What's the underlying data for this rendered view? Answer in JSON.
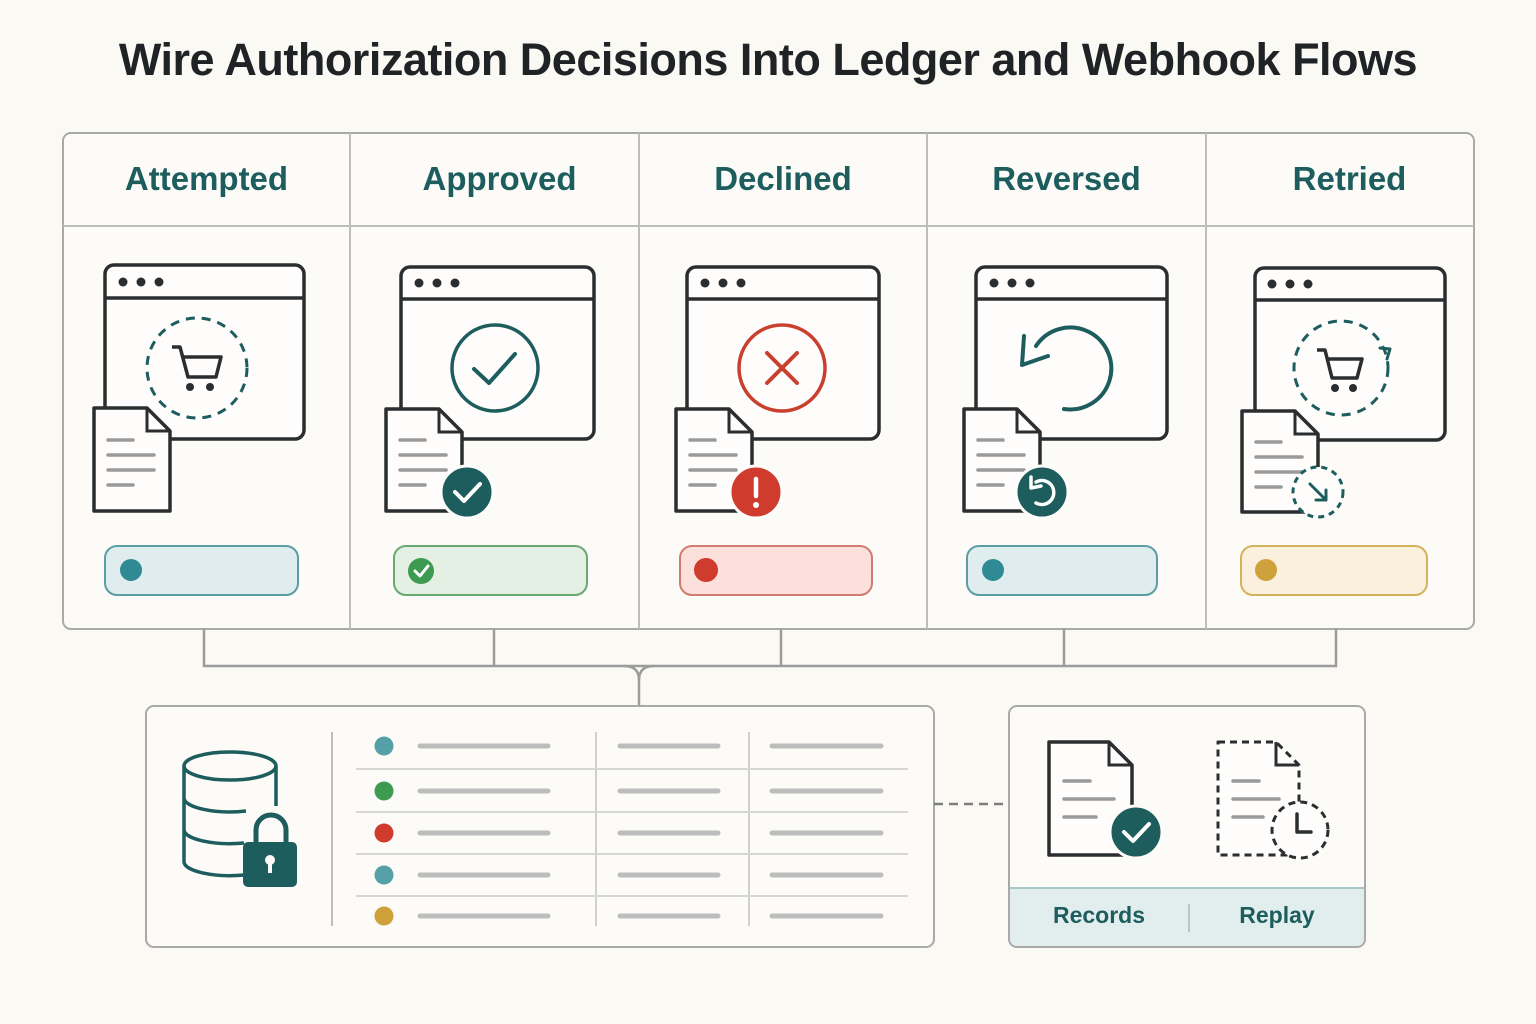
{
  "title": "Wire Authorization Decisions Into Ledger and Webhook Flows",
  "states": [
    {
      "label": "Attempted",
      "icon": "cart-icon",
      "badge": "none",
      "pill_color": "#e0edef",
      "pill_border": "#5c9ca3",
      "dot_color": "#2f8a93"
    },
    {
      "label": "Approved",
      "icon": "check-circle-icon",
      "badge": "check-badge-icon",
      "pill_color": "#e5f0e4",
      "pill_border": "#6aa872",
      "dot_color": "#3d9a51"
    },
    {
      "label": "Declined",
      "icon": "x-circle-icon",
      "badge": "alert-badge-icon",
      "pill_color": "#fbe0dc",
      "pill_border": "#d07c70",
      "dot_color": "#cf3b2c"
    },
    {
      "label": "Reversed",
      "icon": "rotate-icon",
      "badge": "rotate-badge-icon",
      "pill_color": "#e0edef",
      "pill_border": "#5c9ca3",
      "dot_color": "#2f8a93"
    },
    {
      "label": "Retried",
      "icon": "cart-retry-icon",
      "badge": "clock-arrow-badge-icon",
      "pill_color": "#fbf0dd",
      "pill_border": "#d3b25e",
      "dot_color": "#cfa13a"
    }
  ],
  "ledger": {
    "row_dots": [
      "#55a0a6",
      "#3d9a51",
      "#cf3b2c",
      "#55a0a6",
      "#cfa13a"
    ]
  },
  "webhook": {
    "records_label": "Records",
    "replay_label": "Replay"
  },
  "colors": {
    "teal": "#1d5d5e",
    "ink": "#2a2e31",
    "frame": "#a9a9a9",
    "red": "#c9402f"
  }
}
